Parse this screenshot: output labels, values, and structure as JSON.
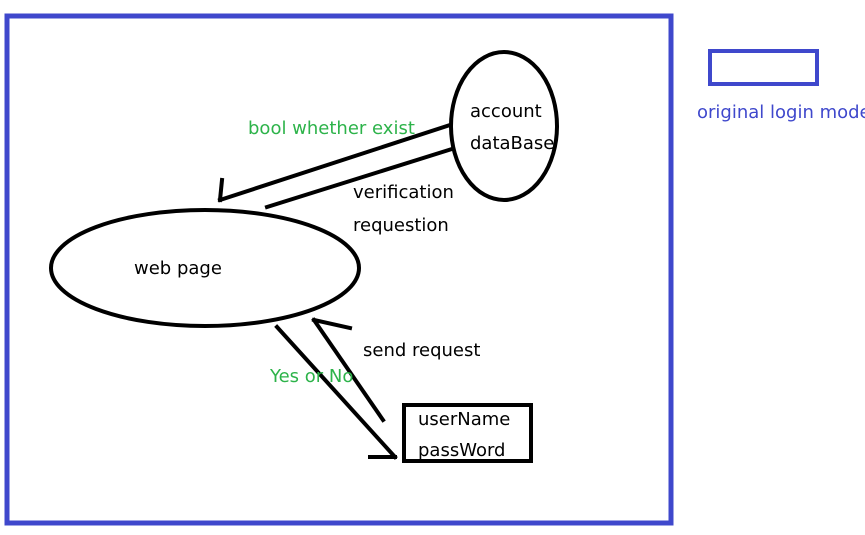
{
  "colors": {
    "frame": "#3f48cc",
    "stroke": "#000000",
    "response_text": "#2db34a",
    "legend_text": "#3f48cc"
  },
  "nodes": {
    "web_page": "web page",
    "account_db_line1": "account",
    "account_db_line2": "dataBase",
    "credentials_line1": "userName",
    "credentials_line2": "passWord"
  },
  "edges": {
    "send_request": "send request",
    "verification_line1": "verification",
    "verification_line2": "requestion",
    "bool_whether_exist": "bool whether exist",
    "yes_or_no": "Yes or No"
  },
  "legend": {
    "label": "original login mode"
  }
}
